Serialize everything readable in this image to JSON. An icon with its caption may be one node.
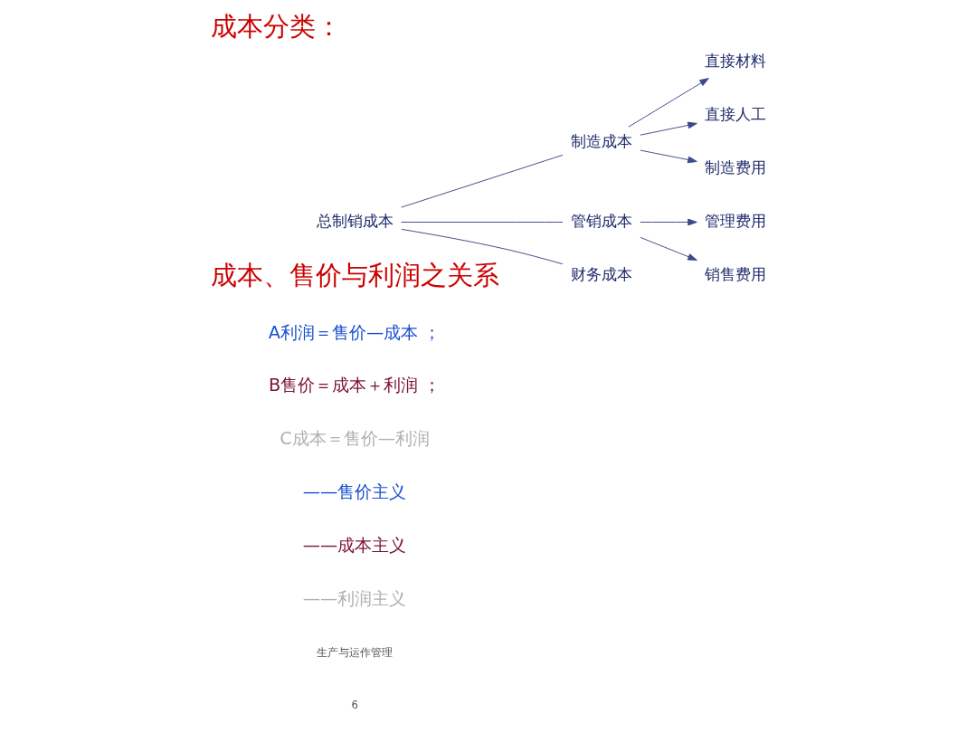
{
  "diagram": {
    "title": "成本分类：",
    "nodes": [
      {
        "text": [
          "总制销成本"
        ]
      },
      {
        "text": [
          "制造成本"
        ]
      },
      {
        "text": [
          "管销成本"
        ]
      },
      {
        "text": [
          "财务成本"
        ]
      },
      {
        "text": [
          "直接材料"
        ]
      },
      {
        "text": [
          "直接人工"
        ]
      },
      {
        "text": [
          "制造费用"
        ]
      },
      {
        "text": [
          "管理费用"
        ]
      },
      {
        "text": [
          "销售费用"
        ]
      }
    ],
    "edges": [
      {
        "from": 0,
        "to": 1,
        "arrow": "none"
      },
      {
        "from": 0,
        "to": 2,
        "arrow": "none"
      },
      {
        "from": 0,
        "to": 3,
        "arrow": "none"
      },
      {
        "from": 1,
        "to": 4,
        "arrow": "to"
      },
      {
        "from": 1,
        "to": 5,
        "arrow": "to"
      },
      {
        "from": 1,
        "to": 6,
        "arrow": "to"
      },
      {
        "from": 2,
        "to": 7,
        "arrow": "to"
      },
      {
        "from": 2,
        "to": 8,
        "arrow": "to"
      }
    ],
    "labels": [
      "成本、售价与利润之关系",
      "A利润＝售价—成本 ；",
      "B售价＝成本＋利润 ；",
      "C成本＝售价—利润",
      "——售价主义",
      "——成本主义",
      "——利润主义",
      "生产与运作管理",
      "6"
    ]
  }
}
